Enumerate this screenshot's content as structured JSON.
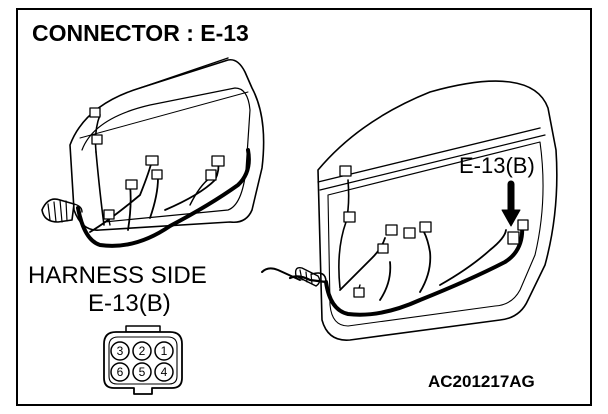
{
  "title": "CONNECTOR : E-13",
  "callout_label": "E-13(B)",
  "harness_side": {
    "line1": "HARNESS SIDE",
    "line2": "E-13(B)"
  },
  "connector_pins": {
    "top_row": [
      "3",
      "2",
      "1"
    ],
    "bottom_row": [
      "6",
      "5",
      "4"
    ]
  },
  "figure_code": "AC201217AG",
  "colors": {
    "ink": "#000000",
    "paper": "#ffffff"
  }
}
